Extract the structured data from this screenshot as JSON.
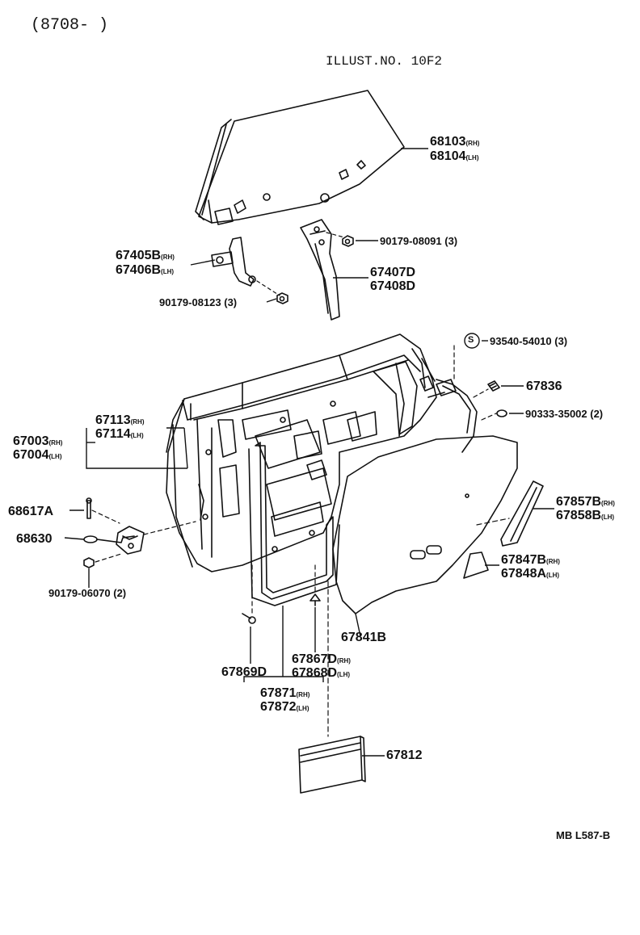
{
  "header": {
    "date_code": "(8708-      )",
    "illust_no": "ILLUST.NO. 10F2"
  },
  "footer": {
    "ref_code": "MB L587-B"
  },
  "parts": {
    "p68103": {
      "num": "68103",
      "sfx": "(RH)"
    },
    "p68104": {
      "num": "68104",
      "sfx": "(LH)"
    },
    "p67405b": {
      "num": "67405B",
      "sfx": "(RH)"
    },
    "p67406b": {
      "num": "67406B",
      "sfx": "(LH)"
    },
    "p90179_08091": {
      "num": "90179-08091 (3)"
    },
    "p67407d": {
      "num": "67407D"
    },
    "p67408d": {
      "num": "67408D"
    },
    "p90179_08123": {
      "num": "90179-08123 (3)"
    },
    "s_mark": "S",
    "p93540": {
      "num": "93540-54010 (3)"
    },
    "p67836": {
      "num": "67836"
    },
    "p90333": {
      "num": "90333-35002 (2)"
    },
    "p67113": {
      "num": "67113",
      "sfx": "(RH)"
    },
    "p67114": {
      "num": "67114",
      "sfx": "(LH)"
    },
    "p67003": {
      "num": "67003",
      "sfx": "(RH)"
    },
    "p67004": {
      "num": "67004",
      "sfx": "(LH)"
    },
    "p67857b": {
      "num": "67857B",
      "sfx": "(RH)"
    },
    "p67858b": {
      "num": "67858B",
      "sfx": "(LH)"
    },
    "p68617a": {
      "num": "68617A"
    },
    "p68630": {
      "num": "68630"
    },
    "p67847b": {
      "num": "67847B",
      "sfx": "(RH)"
    },
    "p67848a": {
      "num": "67848A",
      "sfx": "(LH)"
    },
    "p90179_06070": {
      "num": "90179-06070 (2)"
    },
    "p67841b": {
      "num": "67841B"
    },
    "p67867d": {
      "num": "67867D",
      "sfx": "(RH)"
    },
    "p67868d": {
      "num": "67868D",
      "sfx": "(LH)"
    },
    "p67869d": {
      "num": "67869D"
    },
    "p67871": {
      "num": "67871",
      "sfx": "(RH)"
    },
    "p67872": {
      "num": "67872",
      "sfx": "(LH)"
    },
    "p67812": {
      "num": "67812"
    }
  }
}
